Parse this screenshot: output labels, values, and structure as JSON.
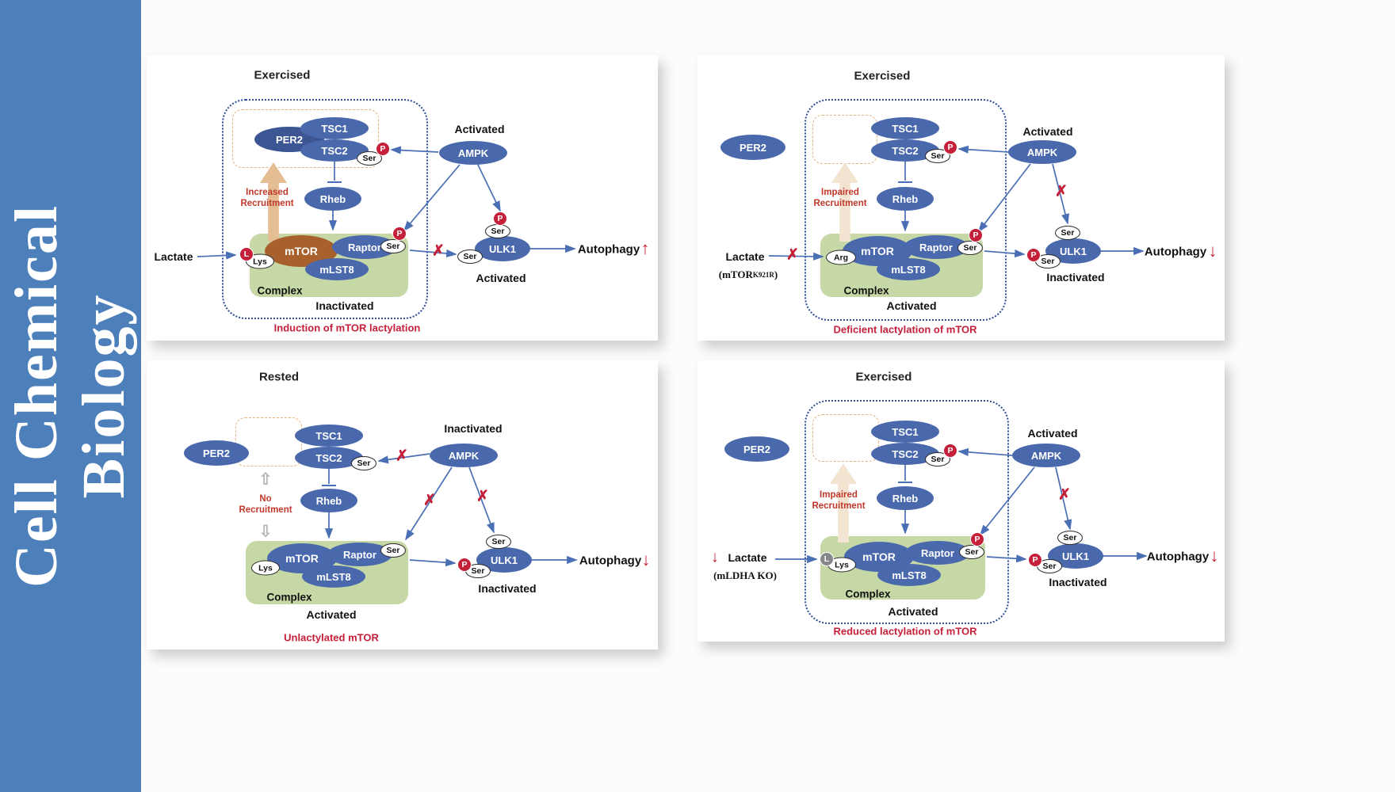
{
  "banner": {
    "line1": "Cell Chemical",
    "line2": "Biology",
    "bg_color": "#4d7fbb"
  },
  "colors": {
    "node_blue": "#4a69ad",
    "per2_dark_blue": "#3c5694",
    "mtor_brown": "#a8612c",
    "complex_green": "#c6d8a5",
    "phospho_red": "#c5203a",
    "frame_blue": "#2d4c9a",
    "arrow_blue": "#4a6fb5",
    "recruit_tan": "#e4bd92"
  },
  "glyphs": {
    "ser": "Ser",
    "lys": "Lys",
    "arg": "Arg",
    "phospho": "P",
    "lactyl": "L",
    "x": "✗",
    "up_arrow": "↑",
    "down_arrow": "↓",
    "hollow_up": "⇧",
    "hollow_down": "⇩"
  },
  "panels": {
    "p1": {
      "title": "Exercised",
      "per2": "PER2",
      "tsc1": "TSC1",
      "tsc2": "TSC2",
      "rheb": "Rheb",
      "ampk": "AMPK",
      "ampk_state": "Activated",
      "recruit_line1": "Increased",
      "recruit_line2": "Recruitment",
      "mtor": "mTOR",
      "raptor": "Raptor",
      "mlst8": "mLST8",
      "complex_label": "Complex",
      "complex_state": "Inactivated",
      "lactate": "Lactate",
      "ulk1": "ULK1",
      "ulk1_state": "Activated",
      "autophagy": "Autophagy",
      "caption": "Induction of mTOR lactylation"
    },
    "p2": {
      "title": "Exercised",
      "per2": "PER2",
      "tsc1": "TSC1",
      "tsc2": "TSC2",
      "rheb": "Rheb",
      "ampk": "AMPK",
      "ampk_state": "Activated",
      "recruit_line1": "Impaired",
      "recruit_line2": "Recruitment",
      "mtor": "mTOR",
      "raptor": "Raptor",
      "mlst8": "mLST8",
      "complex_label": "Complex",
      "complex_state": "Activated",
      "lactate": "Lactate",
      "mutant_pre": "(mTOR",
      "mutant_sup": "K921R",
      "mutant_post": ")",
      "ulk1": "ULK1",
      "ulk1_state": "Inactivated",
      "autophagy": "Autophagy",
      "caption": "Deficient lactylation of mTOR"
    },
    "p3": {
      "title": "Rested",
      "per2": "PER2",
      "tsc1": "TSC1",
      "tsc2": "TSC2",
      "rheb": "Rheb",
      "ampk": "AMPK",
      "ampk_state": "Inactivated",
      "recruit_line1": "No",
      "recruit_line2": "Recruitment",
      "mtor": "mTOR",
      "raptor": "Raptor",
      "mlst8": "mLST8",
      "complex_label": "Complex",
      "complex_state": "Activated",
      "ulk1": "ULK1",
      "ulk1_state": "Inactivated",
      "autophagy": "Autophagy",
      "caption": "Unlactylated mTOR"
    },
    "p4": {
      "title": "Exercised",
      "per2": "PER2",
      "tsc1": "TSC1",
      "tsc2": "TSC2",
      "rheb": "Rheb",
      "ampk": "AMPK",
      "ampk_state": "Activated",
      "recruit_line1": "Impaired",
      "recruit_line2": "Recruitment",
      "mtor": "mTOR",
      "raptor": "Raptor",
      "mlst8": "mLST8",
      "complex_label": "Complex",
      "complex_state": "Activated",
      "lactate": "Lactate",
      "ko_label": "(mLDHA KO)",
      "ulk1": "ULK1",
      "ulk1_state": "Inactivated",
      "autophagy": "Autophagy",
      "caption": "Reduced lactylation of mTOR"
    }
  }
}
